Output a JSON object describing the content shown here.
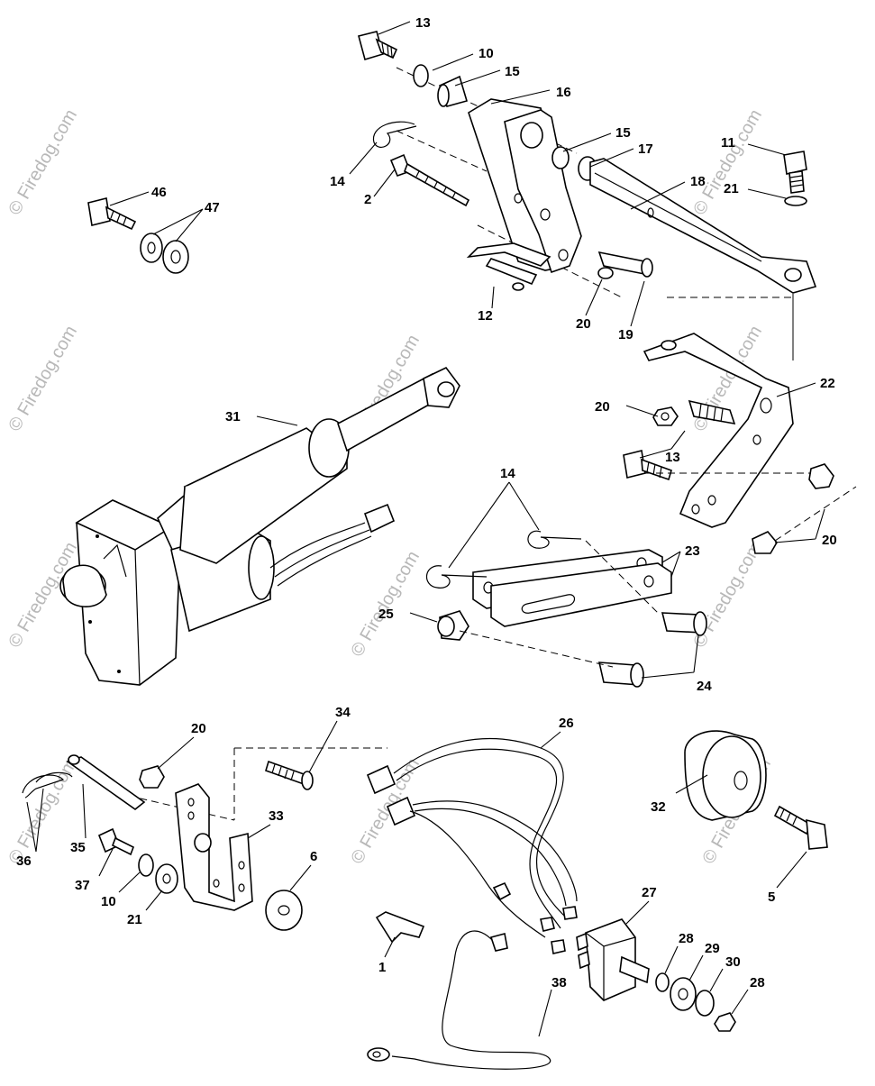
{
  "diagram": {
    "callouts": [
      {
        "id": "c13a",
        "text": "13"
      },
      {
        "id": "c10a",
        "text": "10"
      },
      {
        "id": "c15a",
        "text": "15"
      },
      {
        "id": "c16",
        "text": "16"
      },
      {
        "id": "c15b",
        "text": "15"
      },
      {
        "id": "c17",
        "text": "17"
      },
      {
        "id": "c11",
        "text": "11"
      },
      {
        "id": "c18",
        "text": "18"
      },
      {
        "id": "c21a",
        "text": "21"
      },
      {
        "id": "c14a",
        "text": "14"
      },
      {
        "id": "c2",
        "text": "2"
      },
      {
        "id": "c46",
        "text": "46"
      },
      {
        "id": "c47",
        "text": "47"
      },
      {
        "id": "c12",
        "text": "12"
      },
      {
        "id": "c20a",
        "text": "20"
      },
      {
        "id": "c19",
        "text": "19"
      },
      {
        "id": "c22",
        "text": "22"
      },
      {
        "id": "c20b",
        "text": "20"
      },
      {
        "id": "c13b",
        "text": "13"
      },
      {
        "id": "c31",
        "text": "31"
      },
      {
        "id": "c14b",
        "text": "14"
      },
      {
        "id": "c23",
        "text": "23"
      },
      {
        "id": "c20c",
        "text": "20"
      },
      {
        "id": "c25",
        "text": "25"
      },
      {
        "id": "c24",
        "text": "24"
      },
      {
        "id": "c34",
        "text": "34"
      },
      {
        "id": "c20d",
        "text": "20"
      },
      {
        "id": "c26",
        "text": "26"
      },
      {
        "id": "c33",
        "text": "33"
      },
      {
        "id": "c36",
        "text": "36"
      },
      {
        "id": "c35",
        "text": "35"
      },
      {
        "id": "c37",
        "text": "37"
      },
      {
        "id": "c10b",
        "text": "10"
      },
      {
        "id": "c21b",
        "text": "21"
      },
      {
        "id": "c6",
        "text": "6"
      },
      {
        "id": "c32",
        "text": "32"
      },
      {
        "id": "c5",
        "text": "5"
      },
      {
        "id": "c27",
        "text": "27"
      },
      {
        "id": "c1",
        "text": "1"
      },
      {
        "id": "c28a",
        "text": "28"
      },
      {
        "id": "c29",
        "text": "29"
      },
      {
        "id": "c30",
        "text": "30"
      },
      {
        "id": "c28b",
        "text": "28"
      },
      {
        "id": "c38",
        "text": "38"
      }
    ],
    "watermark": "© Firedog.com"
  }
}
